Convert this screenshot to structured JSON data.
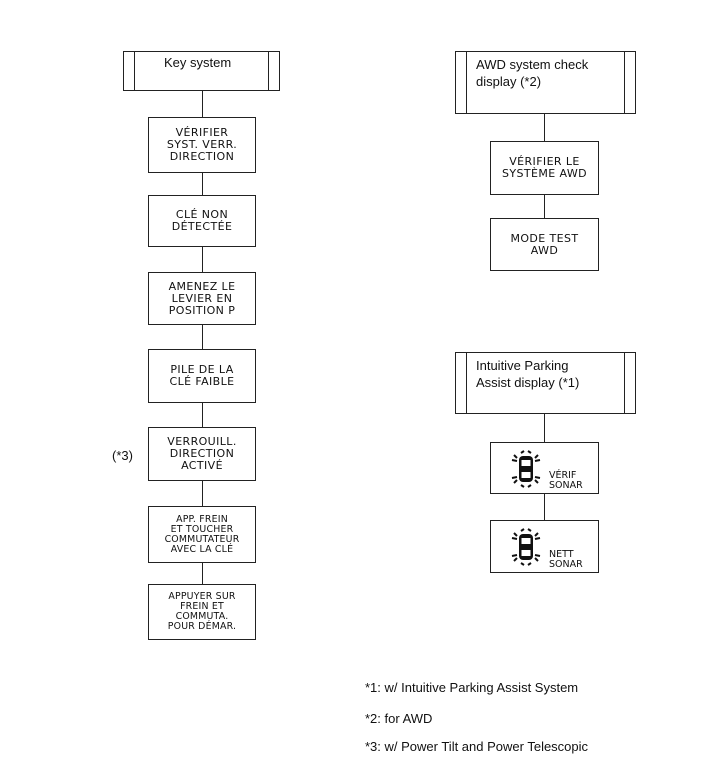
{
  "key_system": {
    "header": "Key system",
    "messages": [
      "VÉRIFIER\nSYST. VERR.\nDIRECTION",
      "CLÉ NON\nDÉTECTÉE",
      "AMENEZ LE\nLEVIER EN\nPOSITION P",
      "PILE DE LA\nCLÉ FAIBLE",
      "VERROUILL.\nDIRECTION\nACTIVÉ",
      "APP. FREIN\nET TOUCHER\nCOMMUTATEUR\nAVEC LA CLÉ",
      "APPUYER SUR\nFREIN ET\nCOMMUTA.\nPOUR DÉMAR."
    ],
    "side_note": "(*3)"
  },
  "awd": {
    "header": "AWD system check display (*2)",
    "messages": [
      "VÉRIFIER LE\nSYSTÈME AWD",
      "MODE TEST\nAWD"
    ]
  },
  "parking": {
    "header": "Intuitive Parking Assist display (*1)",
    "messages": [
      {
        "icon": "car-sonar-icon",
        "label": "VÉRIF\nSONAR"
      },
      {
        "icon": "car-sonar-icon",
        "label": "NETT\nSONAR"
      }
    ]
  },
  "footnotes": [
    "*1: w/ Intuitive Parking Assist System",
    "*2: for AWD",
    "*3: w/ Power Tilt and Power Telescopic"
  ]
}
